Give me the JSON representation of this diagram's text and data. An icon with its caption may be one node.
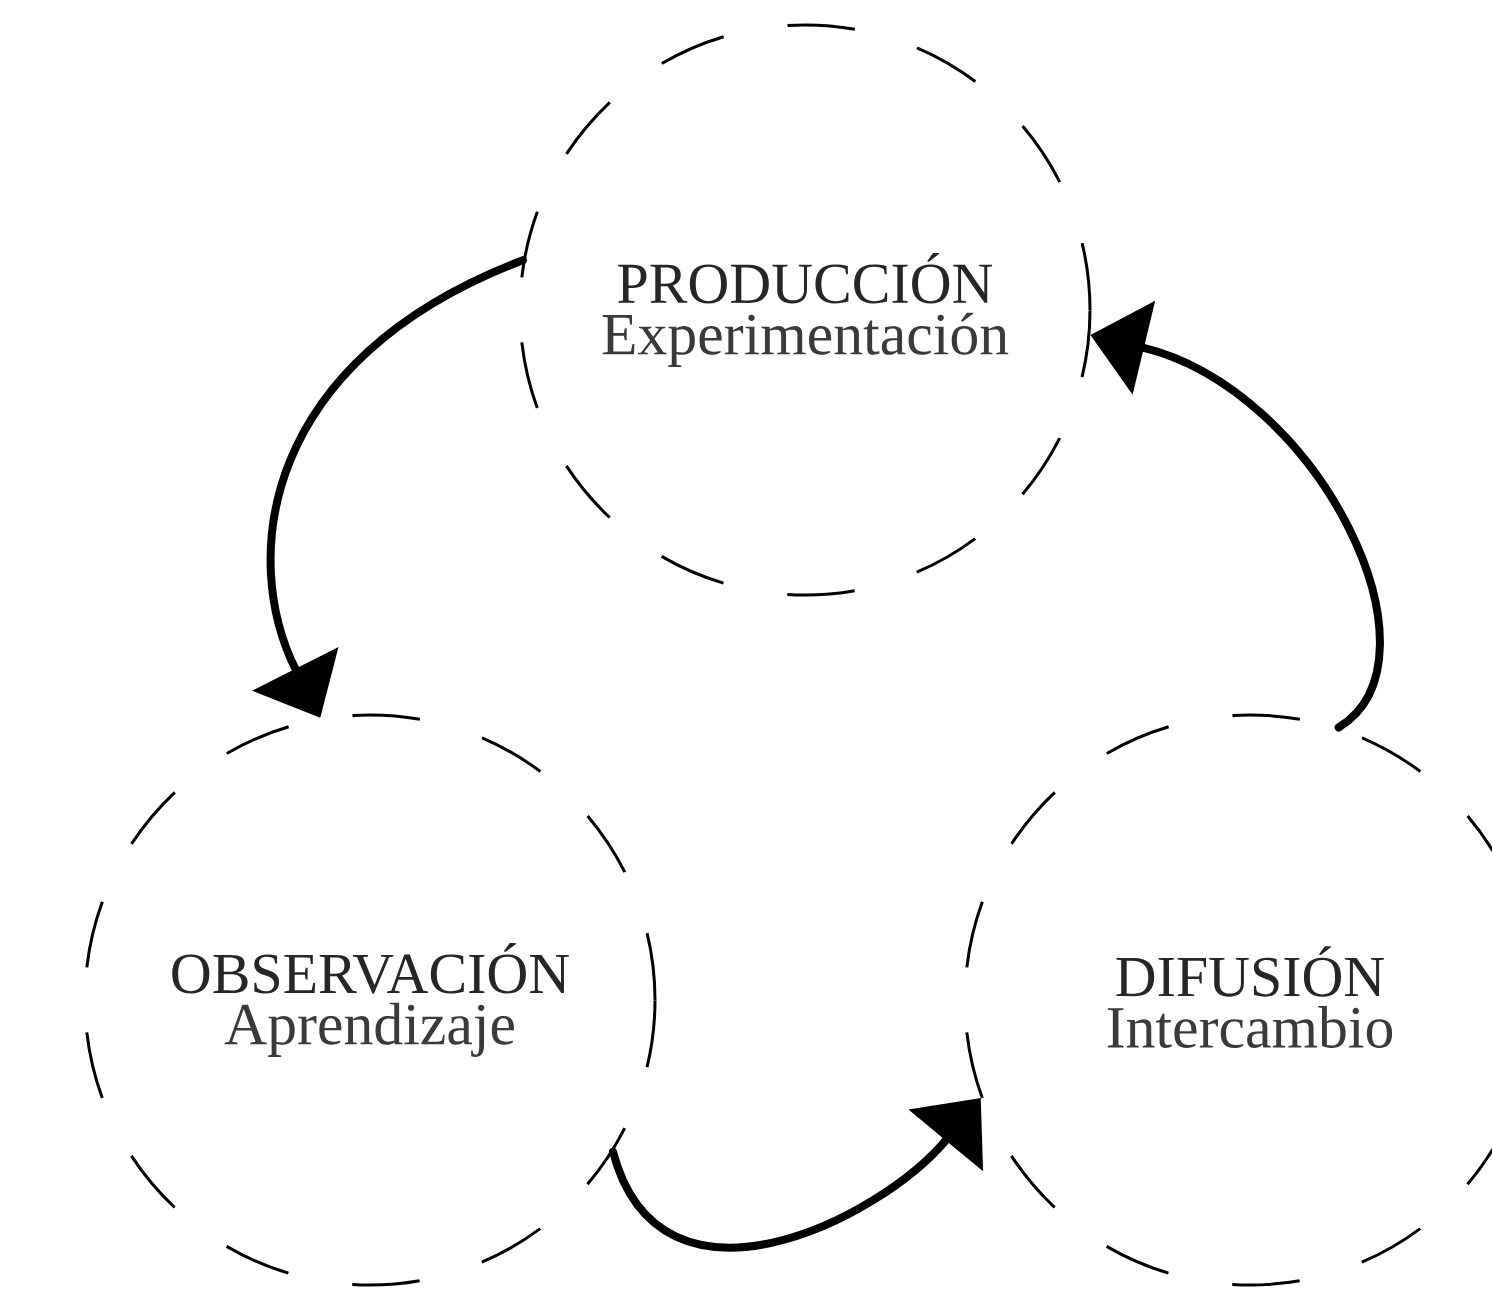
{
  "diagram": {
    "nodes": [
      {
        "text": [
          "PRODUCCIÓN",
          "Experimentación"
        ]
      },
      {
        "text": [
          "OBSERVACIÓN",
          "Aprendizaje"
        ]
      },
      {
        "text": [
          "DIFUSIÓN",
          "Intercambio"
        ]
      }
    ],
    "edges": [
      {
        "from": 0,
        "to": 1,
        "arrow": "to"
      },
      {
        "from": 1,
        "to": 2,
        "arrow": "to"
      },
      {
        "from": 2,
        "to": 0,
        "arrow": "to"
      }
    ]
  }
}
